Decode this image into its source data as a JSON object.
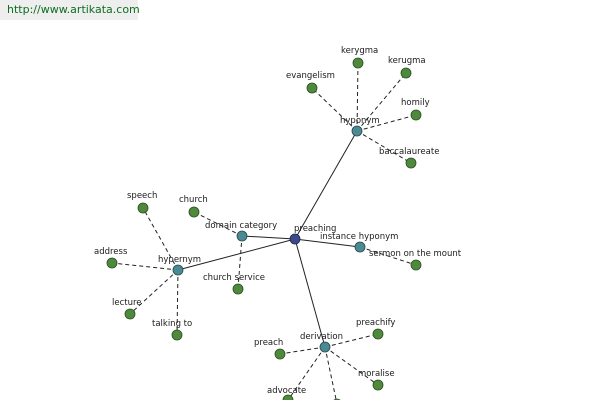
{
  "banner": {
    "url": "http://www.artikata.com"
  },
  "graph": {
    "root": "preaching",
    "relations": [
      "hyponym",
      "domain category",
      "instance hyponym",
      "hypernym",
      "derivation"
    ],
    "nodes": [
      {
        "id": "preaching",
        "label": "preaching",
        "kind": "root"
      },
      {
        "id": "hyponym",
        "label": "hyponym",
        "kind": "relation"
      },
      {
        "id": "domain-category",
        "label": "domain category",
        "kind": "relation"
      },
      {
        "id": "instance-hyponym",
        "label": "instance hyponym",
        "kind": "relation"
      },
      {
        "id": "hypernym",
        "label": "hypernym",
        "kind": "relation"
      },
      {
        "id": "derivation",
        "label": "derivation",
        "kind": "relation"
      },
      {
        "id": "kerygma",
        "label": "kerygma",
        "kind": "leaf"
      },
      {
        "id": "kerugma",
        "label": "kerugma",
        "kind": "leaf"
      },
      {
        "id": "evangelism",
        "label": "evangelism",
        "kind": "leaf"
      },
      {
        "id": "homily",
        "label": "homily",
        "kind": "leaf"
      },
      {
        "id": "baccalaureate",
        "label": "baccalaureate",
        "kind": "leaf"
      },
      {
        "id": "church",
        "label": "church",
        "kind": "leaf"
      },
      {
        "id": "church-service",
        "label": "church service",
        "kind": "leaf"
      },
      {
        "id": "sermon-on-the-mount",
        "label": "sermon on the mount",
        "kind": "leaf"
      },
      {
        "id": "speech",
        "label": "speech",
        "kind": "leaf"
      },
      {
        "id": "address",
        "label": "address",
        "kind": "leaf"
      },
      {
        "id": "lecture",
        "label": "lecture",
        "kind": "leaf"
      },
      {
        "id": "talking-to",
        "label": "talking to",
        "kind": "leaf"
      },
      {
        "id": "preachify",
        "label": "preachify",
        "kind": "leaf"
      },
      {
        "id": "preach",
        "label": "preach",
        "kind": "leaf"
      },
      {
        "id": "moralise",
        "label": "moralise",
        "kind": "leaf"
      },
      {
        "id": "advocate",
        "label": "advocate",
        "kind": "leaf"
      },
      {
        "id": "offscreen-leaf",
        "label": "",
        "kind": "leaf"
      }
    ],
    "edges": [
      {
        "from": "preaching",
        "to": "hyponym",
        "style": "solid"
      },
      {
        "from": "preaching",
        "to": "domain-category",
        "style": "solid"
      },
      {
        "from": "preaching",
        "to": "instance-hyponym",
        "style": "solid"
      },
      {
        "from": "preaching",
        "to": "hypernym",
        "style": "solid"
      },
      {
        "from": "preaching",
        "to": "derivation",
        "style": "solid"
      },
      {
        "from": "hyponym",
        "to": "kerygma",
        "style": "dashed"
      },
      {
        "from": "hyponym",
        "to": "kerugma",
        "style": "dashed"
      },
      {
        "from": "hyponym",
        "to": "evangelism",
        "style": "dashed"
      },
      {
        "from": "hyponym",
        "to": "homily",
        "style": "dashed"
      },
      {
        "from": "hyponym",
        "to": "baccalaureate",
        "style": "dashed"
      },
      {
        "from": "domain-category",
        "to": "church",
        "style": "dashed"
      },
      {
        "from": "domain-category",
        "to": "church-service",
        "style": "dashed"
      },
      {
        "from": "instance-hyponym",
        "to": "sermon-on-the-mount",
        "style": "dashed"
      },
      {
        "from": "hypernym",
        "to": "speech",
        "style": "dashed"
      },
      {
        "from": "hypernym",
        "to": "address",
        "style": "dashed"
      },
      {
        "from": "hypernym",
        "to": "lecture",
        "style": "dashed"
      },
      {
        "from": "hypernym",
        "to": "talking-to",
        "style": "dashed"
      },
      {
        "from": "derivation",
        "to": "preachify",
        "style": "dashed"
      },
      {
        "from": "derivation",
        "to": "preach",
        "style": "dashed"
      },
      {
        "from": "derivation",
        "to": "moralise",
        "style": "dashed"
      },
      {
        "from": "derivation",
        "to": "advocate",
        "style": "dashed"
      },
      {
        "from": "derivation",
        "to": "offscreen-leaf",
        "style": "dashed"
      }
    ],
    "colors": {
      "leaf": "#4f8a3c",
      "relation": "#4b8a92",
      "root": "#3b4a8a",
      "edge": "#222222",
      "banner_text": "#0c6e1f"
    }
  }
}
